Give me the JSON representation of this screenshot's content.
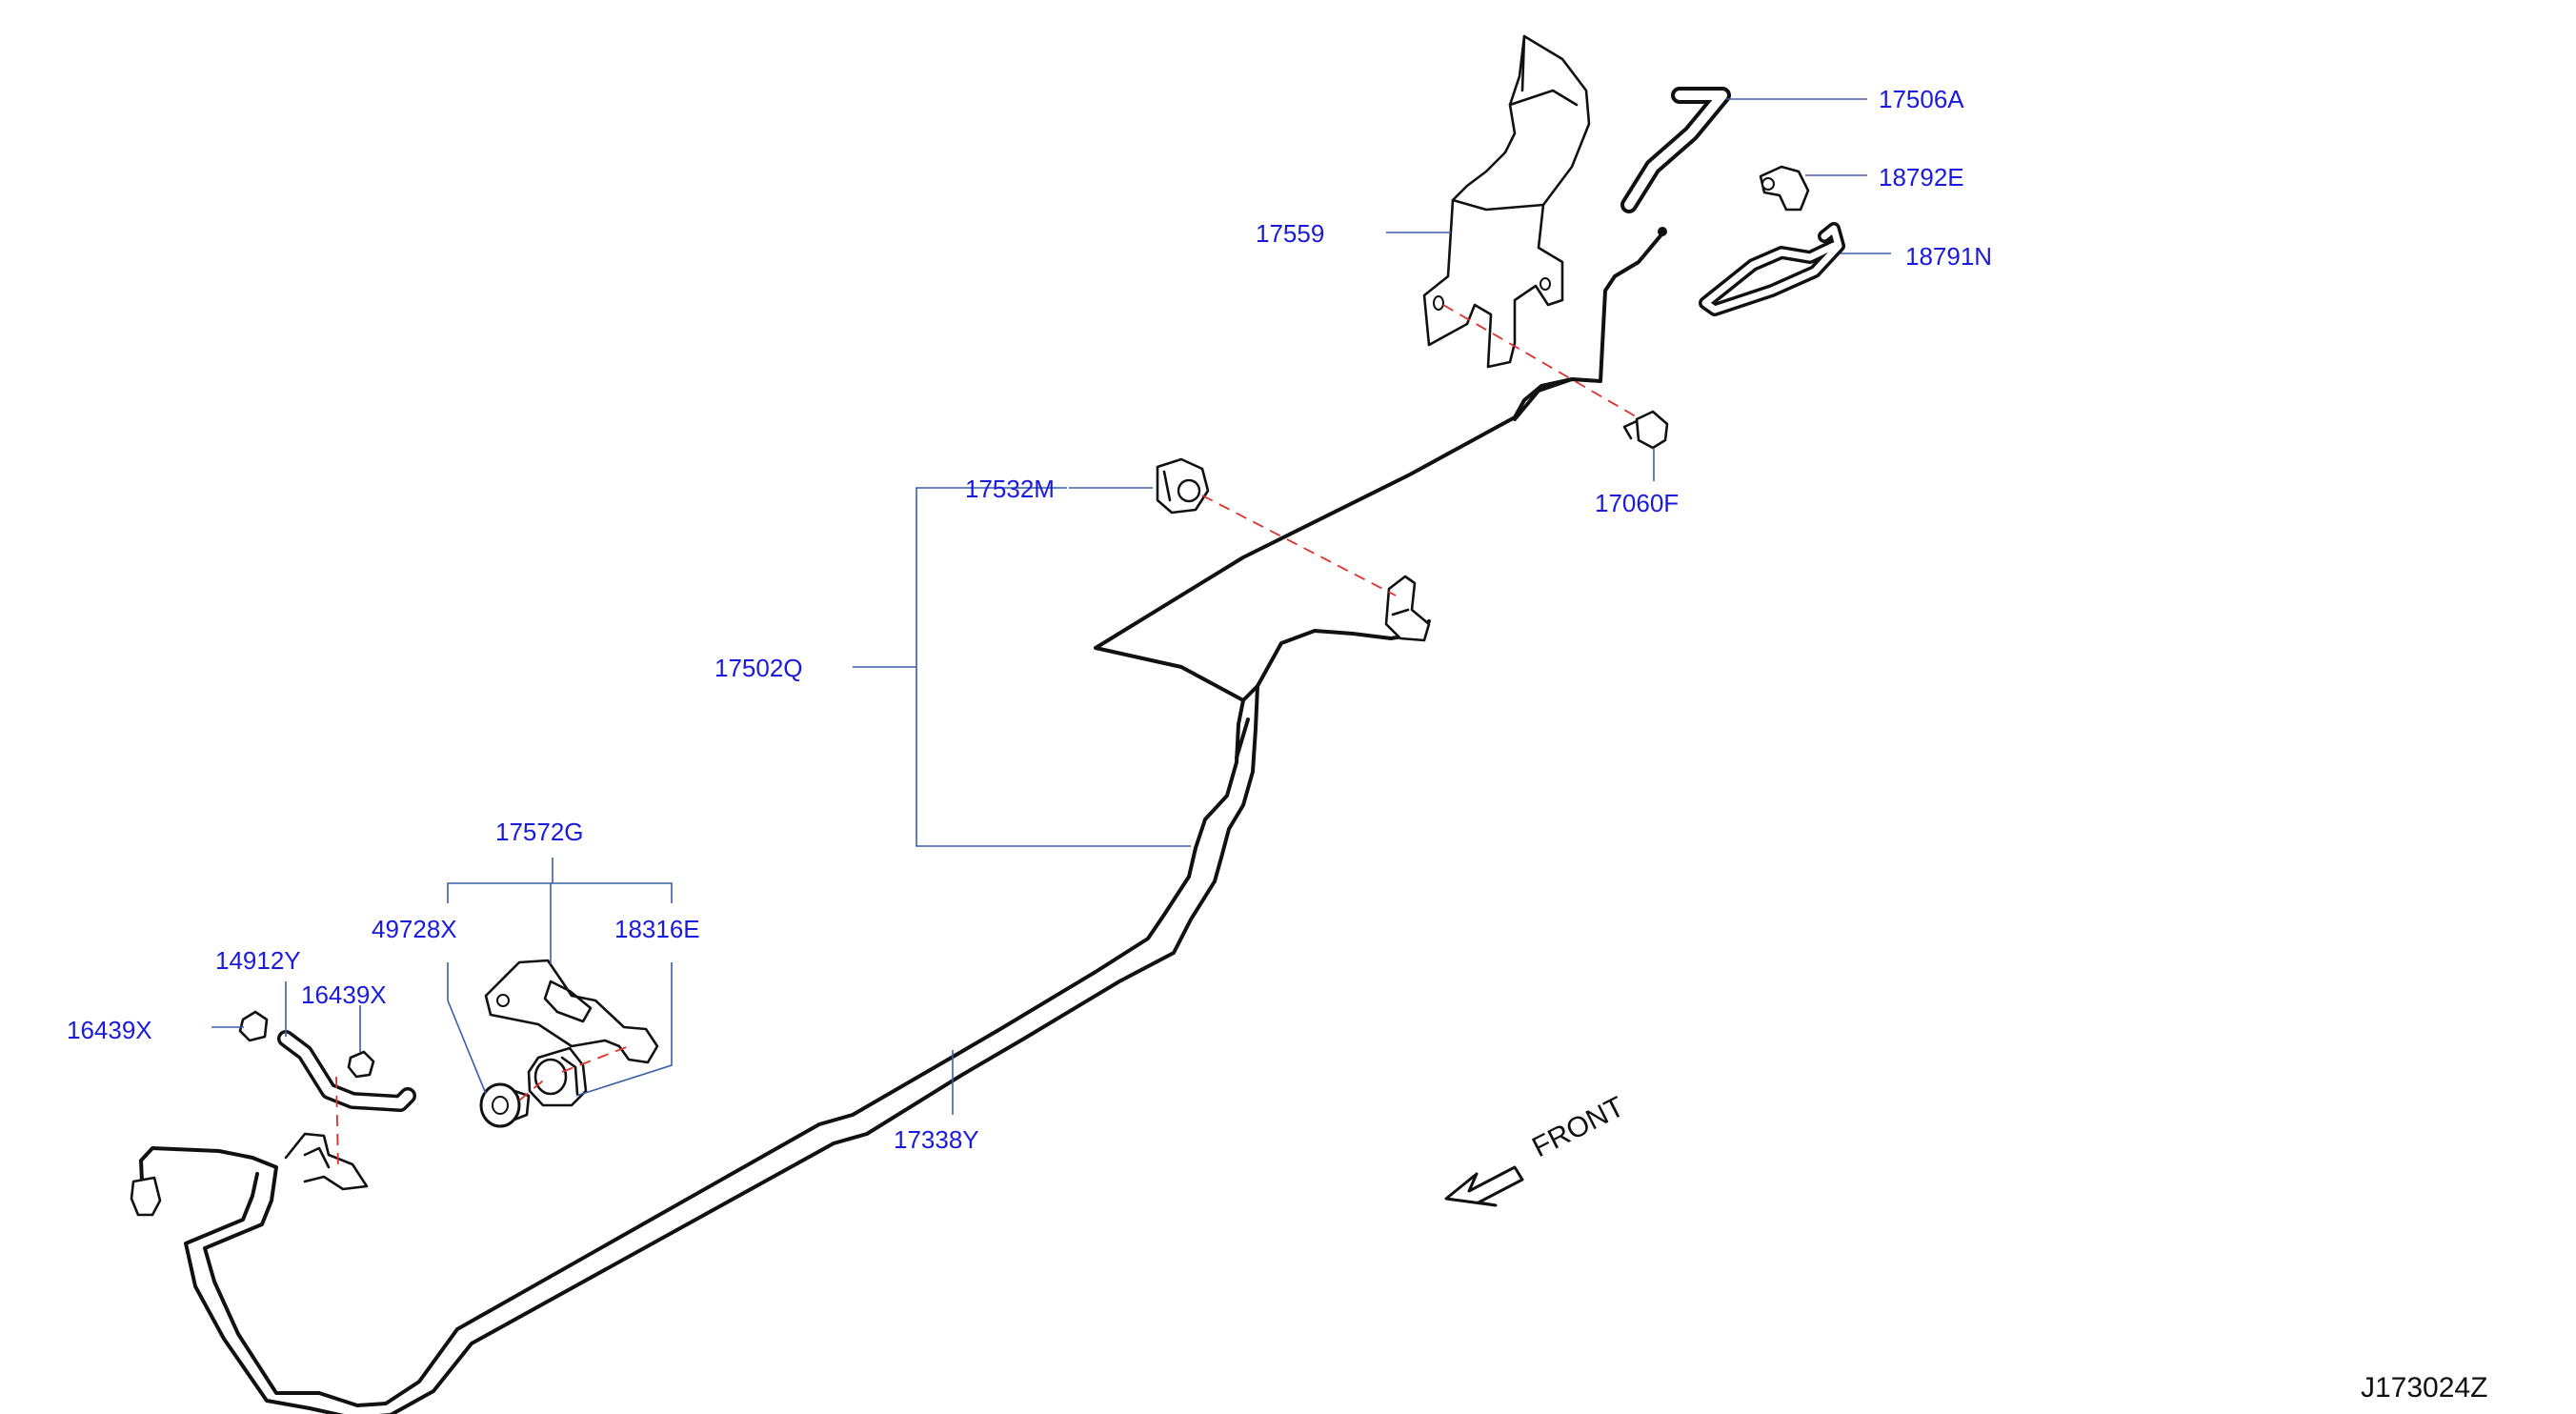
{
  "diagram": {
    "id_code": "J173024Z",
    "front_label": "FRONT",
    "colors": {
      "label": "#1a1adc",
      "leader": "#3a5fa8",
      "line": "#111111",
      "dashed_guide": "#e0302a",
      "background": "#ffffff"
    }
  },
  "labels": {
    "p17506A": "17506A",
    "p18792E": "18792E",
    "p18791N": "18791N",
    "p17559": "17559",
    "p17060F": "17060F",
    "p17532M": "17532M",
    "p17502Q": "17502Q",
    "p17572G": "17572G",
    "p49728X": "49728X",
    "p18316E": "18316E",
    "p14912Y": "14912Y",
    "p16439X_right": "16439X",
    "p16439X_left": "16439X",
    "p17338Y": "17338Y"
  }
}
